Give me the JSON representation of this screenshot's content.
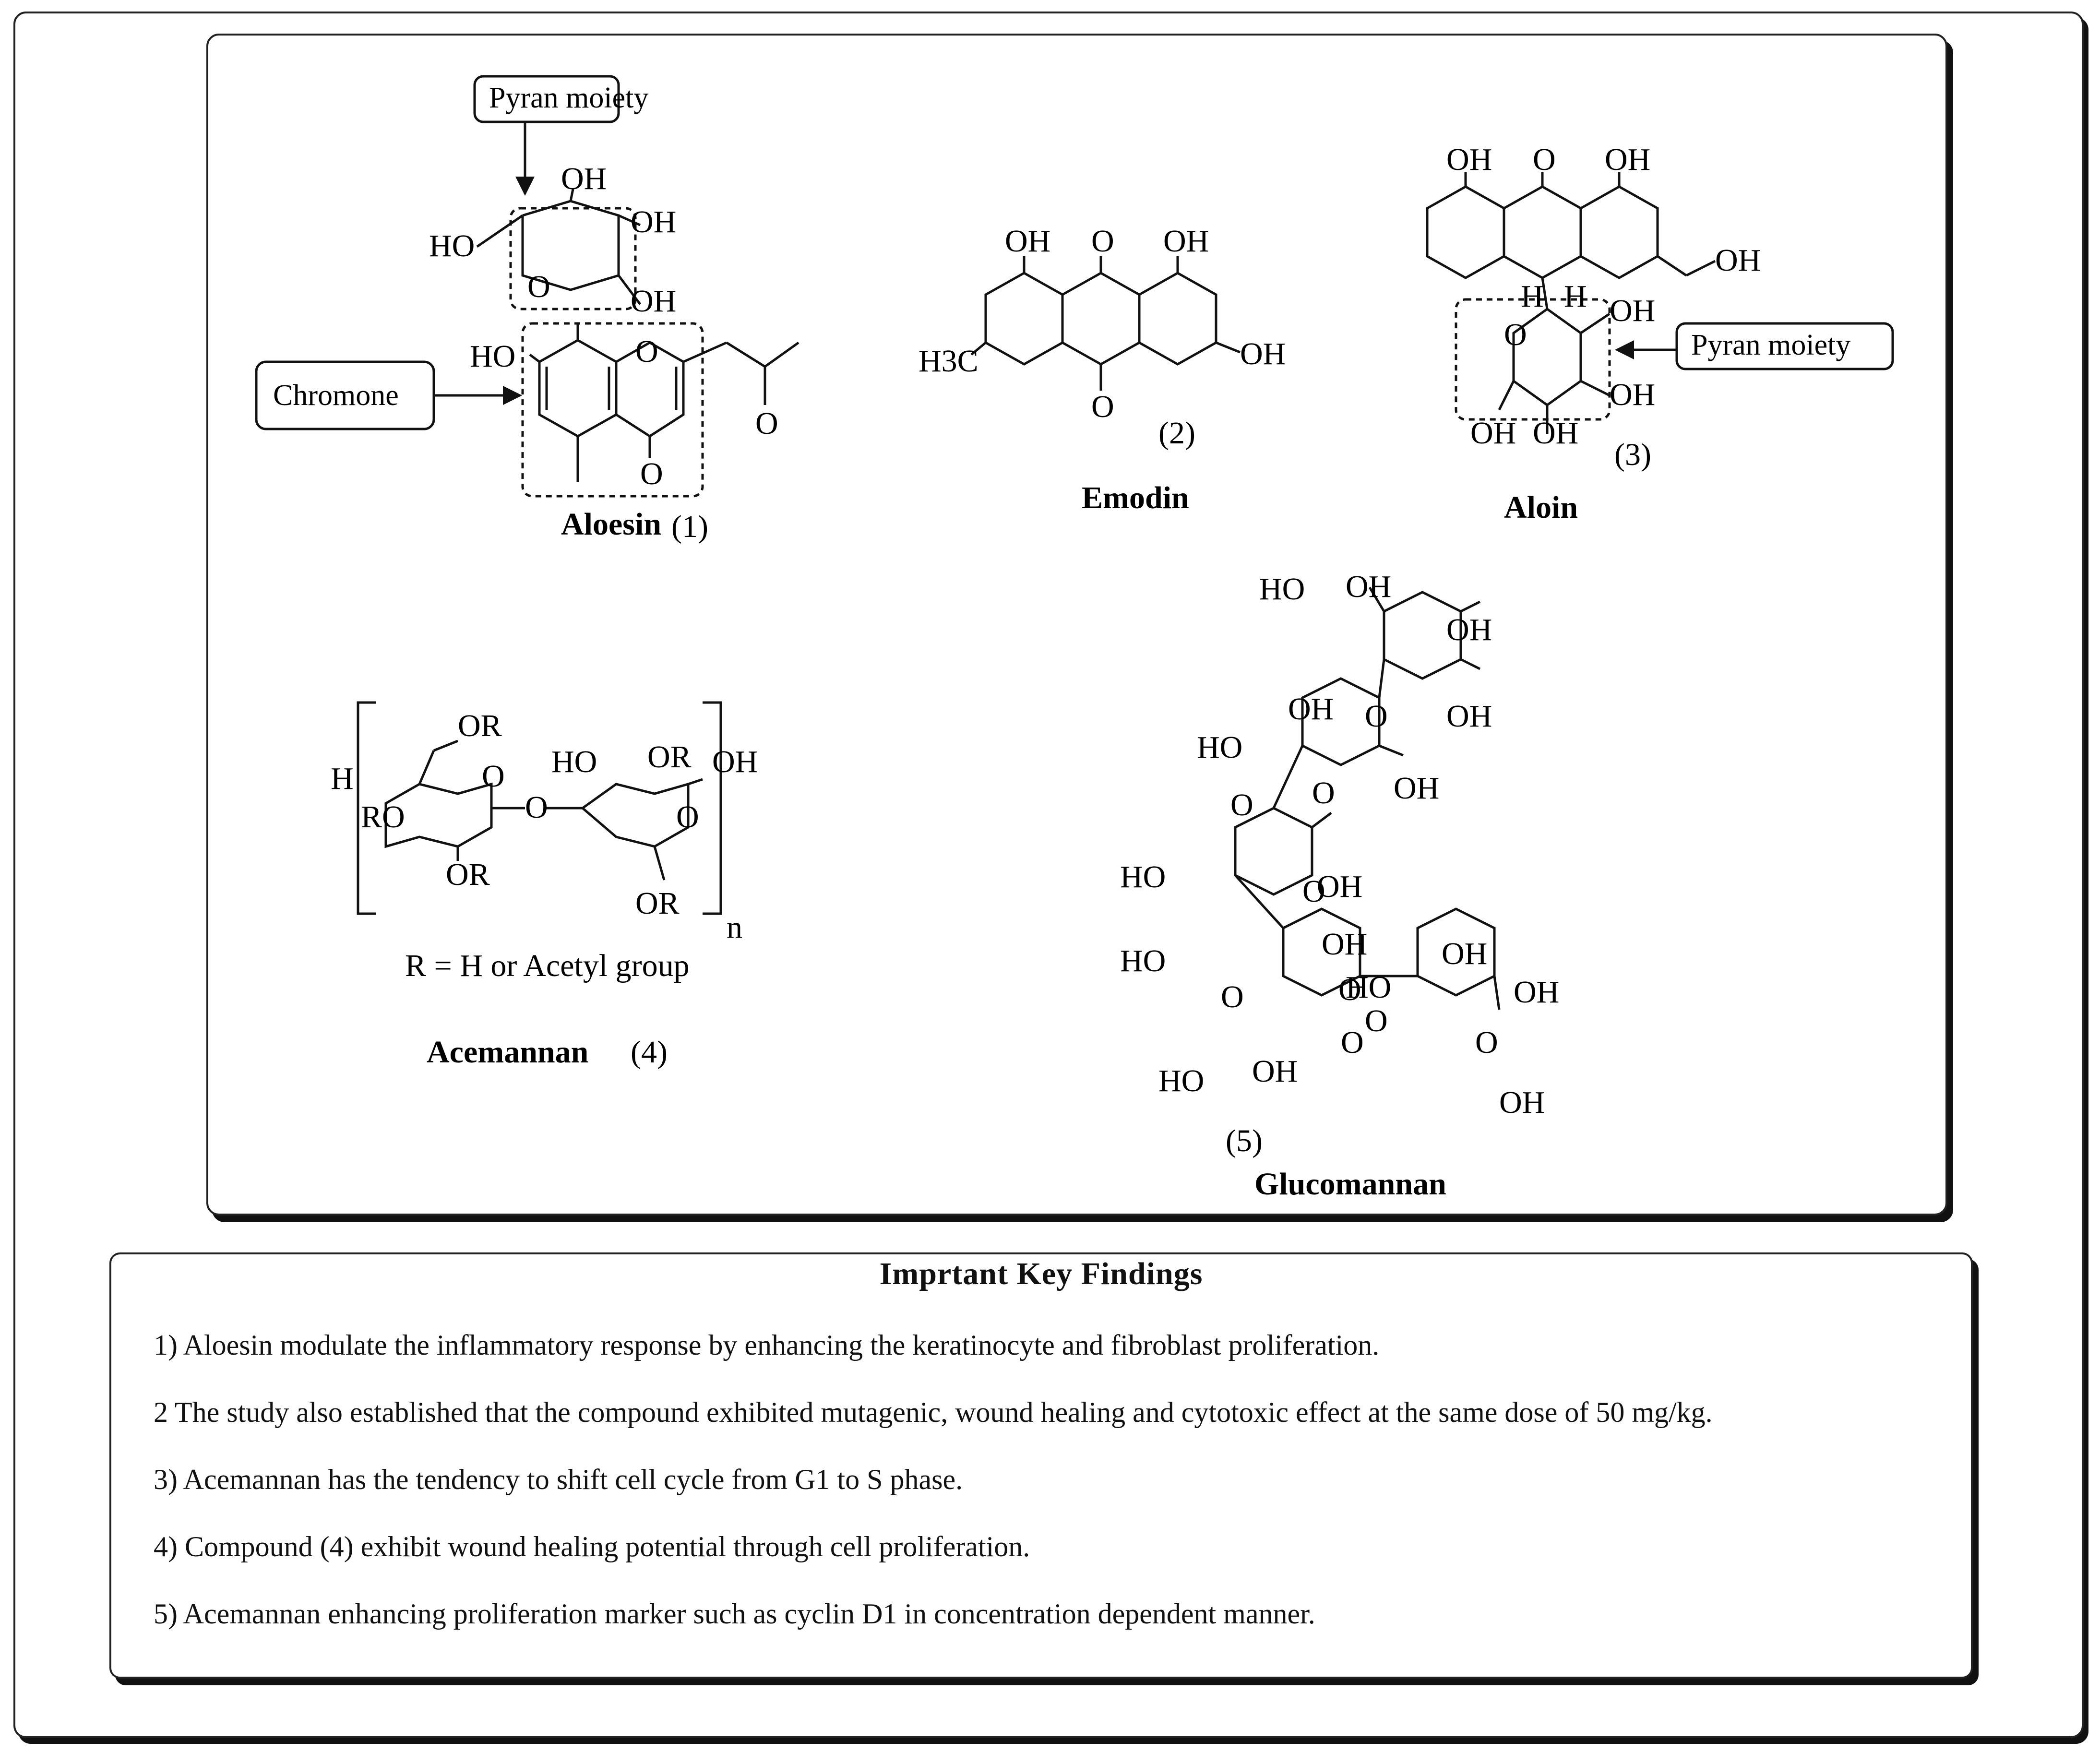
{
  "structures": {
    "aloesin": {
      "name": "Aloesin",
      "number": "(1)",
      "pyran_callout": "Pyran moiety",
      "chromone_callout": "Chromone",
      "labels": {
        "oh_top": "OH",
        "oh_right1": "OH",
        "oh_right2": "OH",
        "ho_left": "HO",
        "o_ring": "O",
        "ho_chromone": "HO",
        "o_chromone": "O",
        "o_carbonyl": "O",
        "o_ketone": "O"
      }
    },
    "emodin": {
      "name": "Emodin",
      "number": "(2)",
      "labels": {
        "oh_left": "OH",
        "o_top": "O",
        "oh_right": "OH",
        "h3c": "H3C",
        "oh_bottom": "OH",
        "o_bottom": "O"
      }
    },
    "aloin": {
      "name": "Aloin",
      "number": "(3)",
      "pyran_callout": "Pyran moiety",
      "labels": {
        "oh_tl": "OH",
        "o_top": "O",
        "oh_tr": "OH",
        "oh_side": "OH",
        "h1": "H",
        "h2": "H",
        "o_ring": "O",
        "oh_r1": "OH",
        "oh_r2": "OH",
        "oh_b1": "OH",
        "oh_b2": "OH"
      }
    },
    "acemannan": {
      "name": "Acemannan",
      "number": "(4)",
      "r_definition": "R = H or Acetyl group",
      "repeat": "n",
      "labels": {
        "h": "H",
        "or_top": "OR",
        "o_ring1": "O",
        "ro": "RO",
        "or_bottom1": "OR",
        "o_link": "O",
        "ho": "HO",
        "or_top2": "OR",
        "oh": "OH",
        "o_ring2": "O",
        "or_bottom2": "OR"
      }
    },
    "glucomannan": {
      "name": "Glucomannan",
      "number": "(5)",
      "labels": [
        "HO",
        "OH",
        "OH",
        "OH",
        "OH",
        "O",
        "HO",
        "O",
        "OH",
        "O",
        "O",
        "HO",
        "OH",
        "HO",
        "O",
        "OH",
        "O",
        "HO",
        "O",
        "HO",
        "OH",
        "OH",
        "OH",
        "O",
        "O",
        "OH"
      ]
    }
  },
  "findings": {
    "title": "Imprtant Key Findings",
    "items": [
      "1) Aloesin modulate the inflammatory response by enhancing the keratinocyte and fibroblast proliferation.",
      "2 The study also established that the compound exhibited mutagenic, wound healing and cytotoxic effect at the same dose of 50 mg/kg.",
      "3) Acemannan has the tendency to shift cell cycle from G1 to S phase.",
      "4) Compound (4) exhibit wound healing potential through cell proliferation.",
      "5) Acemannan enhancing proliferation marker such as cyclin D1 in concentration dependent manner."
    ]
  }
}
